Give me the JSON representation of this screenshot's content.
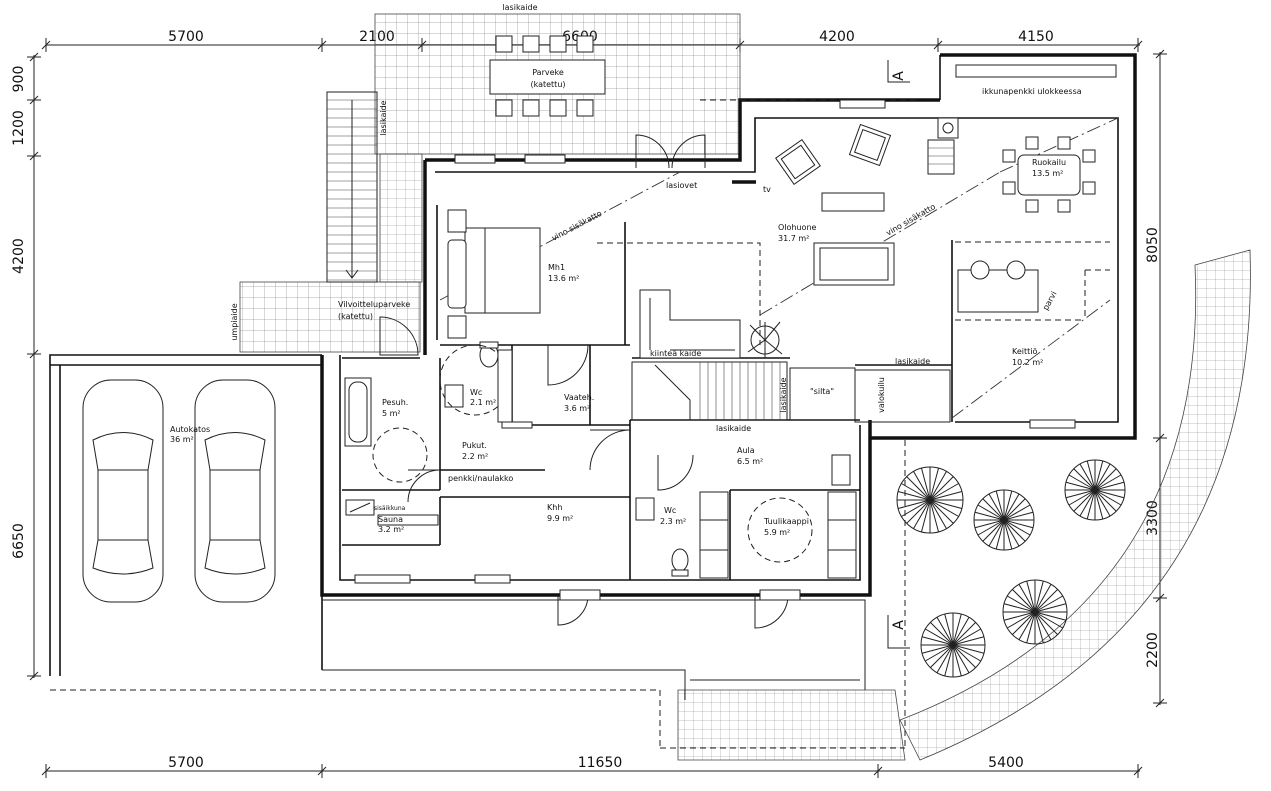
{
  "dimensions": {
    "top": [
      "5700",
      "2100",
      "6600",
      "4200",
      "4150"
    ],
    "bottom": [
      "5700",
      "11650",
      "5400"
    ],
    "left": [
      "900",
      "1200",
      "4200",
      "6650"
    ],
    "right": [
      "8050",
      "3300",
      "2200"
    ]
  },
  "rooms": {
    "parveke": {
      "name": "Parveke",
      "sub": "(katettu)"
    },
    "mh1": {
      "name": "Mh1",
      "area": "13.6  m²"
    },
    "olohuone": {
      "name": "Olohuone",
      "area": "31.7  m²"
    },
    "ruokailu": {
      "name": "Ruokailu",
      "area": "13.5  m²"
    },
    "keittio": {
      "name": "Keittiö",
      "area": "10.2  m²"
    },
    "pesuh": {
      "name": "Pesuh.",
      "area": "5    m²"
    },
    "wc1": {
      "name": "Wc",
      "area": "2.1  m²"
    },
    "vaateh": {
      "name": "Vaateh.",
      "area": "3.6  m²"
    },
    "pukut": {
      "name": "Pukut.",
      "area": "2.2  m²"
    },
    "sauna": {
      "name": "Sauna",
      "area": "3.2  m²"
    },
    "khh": {
      "name": "Khh",
      "area": "9.9  m²"
    },
    "aula": {
      "name": "Aula",
      "area": "6.5  m²"
    },
    "wc2": {
      "name": "Wc",
      "area": "2.3  m²"
    },
    "tuulikaappi": {
      "name": "Tuulikaappi",
      "area": "5.9  m²"
    },
    "autokatos": {
      "name": "Autokatos",
      "area": "36    m²"
    },
    "vilvoittelu": {
      "name": "Vilvoitteluparveke",
      "sub": "(katettu)"
    }
  },
  "notes": {
    "lasikaide_top": "lasikaide",
    "lasikaide_stair": "lasikaide",
    "lasikaide_aula": "lasikaide",
    "lasikaide_silta": "lasikaide",
    "lasikaide_right": "lasikaide",
    "ikkunapenkki": "ikkunapenkki ulokkeessa",
    "vino1": "vino sisäkatto",
    "vino2": "vino sisäkatto",
    "lasiovet": "lasiovet",
    "tv": "tv",
    "umpiaide": "umpiaide",
    "kiintea_kaide": "kiinteä kaide",
    "silta": "\"silta\"",
    "valokuilu": "valokuilu",
    "parvi": "parvi",
    "penkki": "penkki/naulakko",
    "siatikkuna": "sisäikkuna",
    "section_a": "A"
  }
}
